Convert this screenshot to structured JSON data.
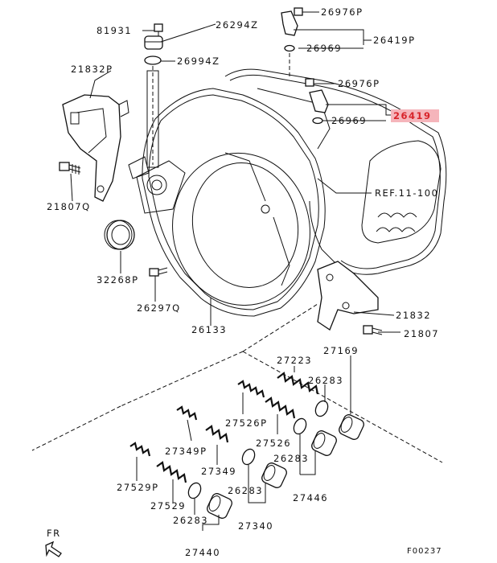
{
  "labels": {
    "p81931": "81931",
    "p26294Z": "26294Z",
    "p26994Z": "26994Z",
    "p26976P_a": "26976P",
    "p26419P": "26419P",
    "p26969_a": "26969",
    "p26976P_b": "26976P",
    "p26419": "26419",
    "p26969_b": "26969",
    "p21832P": "21832P",
    "p21807Q": "21807Q",
    "ref": "REF.11-100",
    "p32268P": "32268P",
    "p26297Q": "26297Q",
    "p26133": "26133",
    "p21832": "21832",
    "p21807": "21807",
    "p27223": "27223",
    "p27169": "27169",
    "p26283_a": "26283",
    "p27526P": "27526P",
    "p27526": "27526",
    "p27349P": "27349P",
    "p27349": "27349",
    "p26283_b": "26283",
    "p27446": "27446",
    "p27529P": "27529P",
    "p26283_c": "26283",
    "p27529": "27529",
    "p27340": "27340",
    "p26283_d": "26283",
    "p27440": "27440",
    "fr": "FR",
    "code": "F00237"
  },
  "highlight_part": "26419",
  "colors": {
    "highlight_fill": "#f5b5bb",
    "highlight_text": "#d8232a",
    "line": "#111111"
  }
}
